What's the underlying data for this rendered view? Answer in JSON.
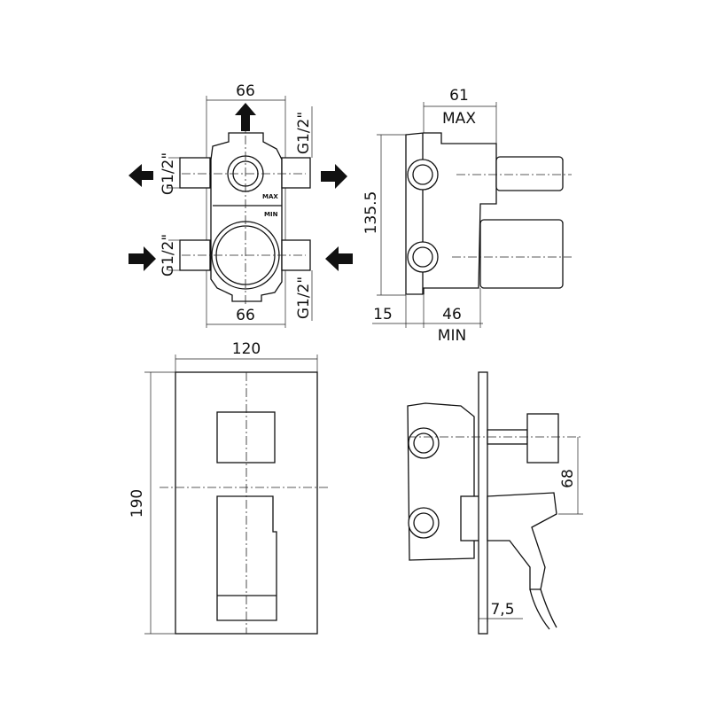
{
  "front_valve_view": {
    "top_width": "66",
    "bottom_width": "66",
    "thread_left_top": "G1/2\"",
    "thread_left_bottom": "G1/2\"",
    "thread_right_top": "G1/2\"",
    "thread_right_bottom": "G1/2\"",
    "max_mark": "MAX",
    "min_mark": "MIN"
  },
  "side_valve_view": {
    "max_depth": "61",
    "max_label": "MAX",
    "height": "135.5",
    "flange": "15",
    "min_depth": "46",
    "min_label": "MIN"
  },
  "front_plate_view": {
    "width": "120",
    "height": "190"
  },
  "side_assembly_view": {
    "handle_offset": "68",
    "plate_thickness": "7,5"
  }
}
